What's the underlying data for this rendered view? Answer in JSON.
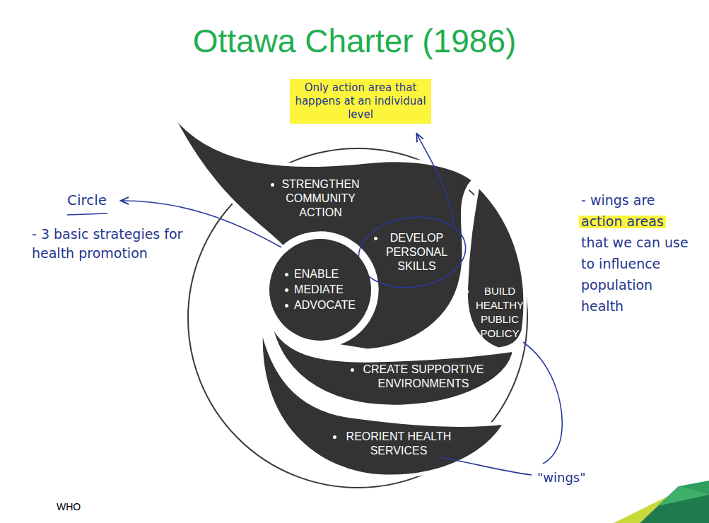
{
  "diagram": {
    "title": "Ottawa Charter (1986)",
    "nodes": [
      {
        "text": [
          "STRENGTHEN COMMUNITY ACTION"
        ]
      },
      {
        "text": [
          "DEVELOP PERSONAL SKILLS"
        ]
      },
      {
        "text": [
          "ENABLE",
          "MEDIATE",
          "ADVOCATE"
        ]
      },
      {
        "text": [
          "BUILD HEALTHY PUBLIC POLICY"
        ]
      },
      {
        "text": [
          "CREATE SUPPORTIVE ENVIRONMENTS"
        ]
      },
      {
        "text": [
          "REORIENT HEALTH SERVICES"
        ]
      }
    ],
    "labels": [
      "Only action area that happens at an individual level",
      "Circle",
      "- 3 basic strategies for health promotion",
      "- wings are action areas that we can use to influence population health",
      "\"wings\"",
      "WHO"
    ]
  }
}
